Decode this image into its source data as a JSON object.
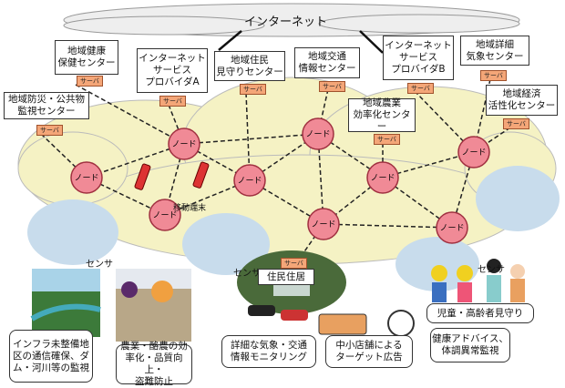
{
  "internet_label": "インターネット",
  "centers": [
    {
      "label": "地域健康\n保健センター",
      "server": "サーバ"
    },
    {
      "label": "地域防災・公共物\n監視センター",
      "server": "サーバ"
    },
    {
      "label": "インターネット\nサービス\nプロバイダA",
      "server": "サーバ"
    },
    {
      "label": "地域住民\n見守りセンター",
      "server": "サーバ"
    },
    {
      "label": "地域交通\n情報センター",
      "server": "サーバ"
    },
    {
      "label": "地域農業\n効率化センター",
      "server": "サーバ"
    },
    {
      "label": "インターネット\nサービス\nプロバイダB",
      "server": "サーバ"
    },
    {
      "label": "地域詳細\n気象センター",
      "server": "サーバ"
    },
    {
      "label": "地域経済\n活性化センター",
      "server": "サーバ"
    }
  ],
  "node_label": "ノード",
  "mobile_label": "移動端末",
  "sensor_label": "センサ",
  "residence": {
    "label": "住民住居",
    "server": "サーバ"
  },
  "use_cases": [
    "インフラ未整備地\n区の通信確保、ダ\nム・河川等の監視",
    "農業・酪農の効\n率化・品質向上・\n盗難防止",
    "詳細な気象・交通\n情報モニタリング",
    "中小店舗による\nターゲット広告",
    "児童・高齢者見守り",
    "健康アドバイス、\n体調異常監視"
  ],
  "colors": {
    "cloud": "#f5f2c4",
    "node": "#f08a96",
    "sensor_area": "#c8dcec",
    "server": "#f4a678"
  }
}
